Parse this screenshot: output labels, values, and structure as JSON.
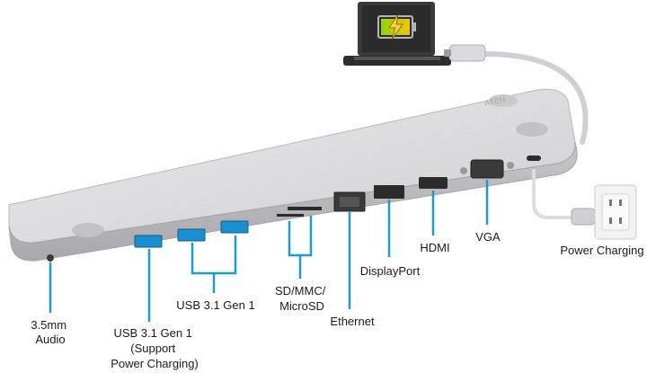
{
  "labels": {
    "audio": [
      "3.5mm",
      "Audio"
    ],
    "usb_charging": [
      "USB 3.1 Gen 1",
      "(Support",
      "Power Charging)"
    ],
    "usb_gen1": "USB 3.1 Gen 1",
    "sd": [
      "SD/MMC/",
      "MicroSD"
    ],
    "ethernet": "Ethernet",
    "displayport": "DisplayPort",
    "hdmi": "HDMI",
    "vga": "VGA",
    "power": "Power Charging"
  },
  "brand_text": "ATEN",
  "laptop": {
    "screen_icon": "battery-charging-icon",
    "battery_color": "#f5c400",
    "bolt_color": "#ffd24a"
  },
  "colors": {
    "accent": "#1a9bd7",
    "dock": "#d5d5d7",
    "dock_edge": "#b9b9bc"
  }
}
